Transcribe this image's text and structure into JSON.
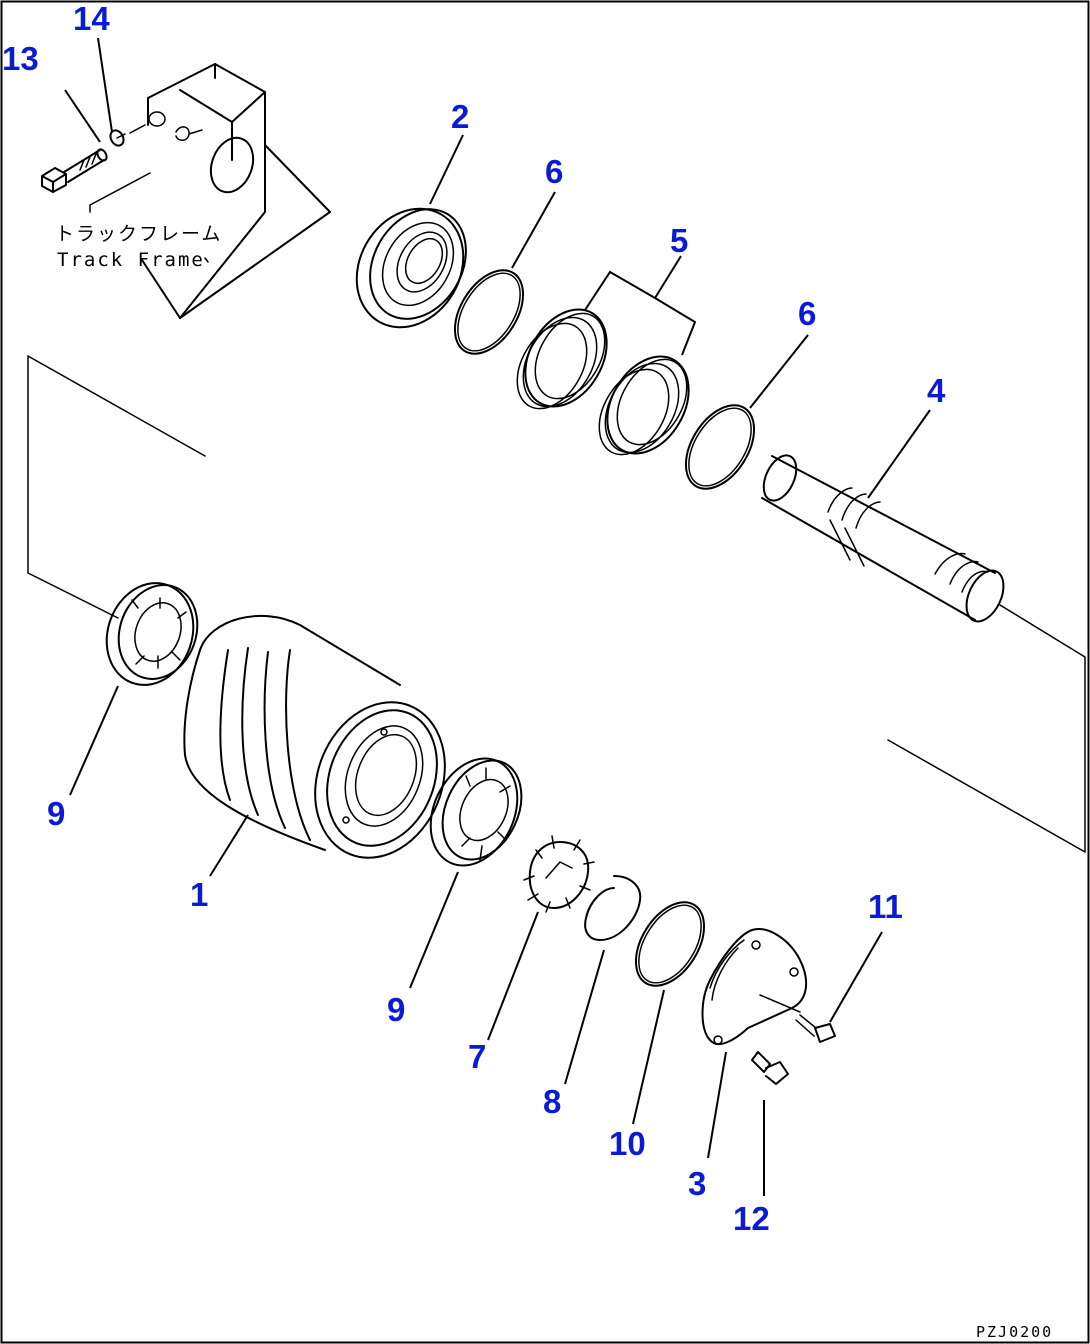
{
  "labels": {
    "track_frame_jp": "トラックフレーム",
    "track_frame_en": "Track Frame",
    "drawing_code": "PZJ0200"
  },
  "callouts": {
    "c1": "1",
    "c2": "2",
    "c3": "3",
    "c4": "4",
    "c5": "5",
    "c6a": "6",
    "c6b": "6",
    "c7": "7",
    "c8": "8",
    "c9a": "9",
    "c9b": "9",
    "c10": "10",
    "c11": "11",
    "c12": "12",
    "c13": "13",
    "c14": "14"
  },
  "colors": {
    "callout": "#0a1bd6",
    "lines": "#000000",
    "background": "#ffffff"
  }
}
